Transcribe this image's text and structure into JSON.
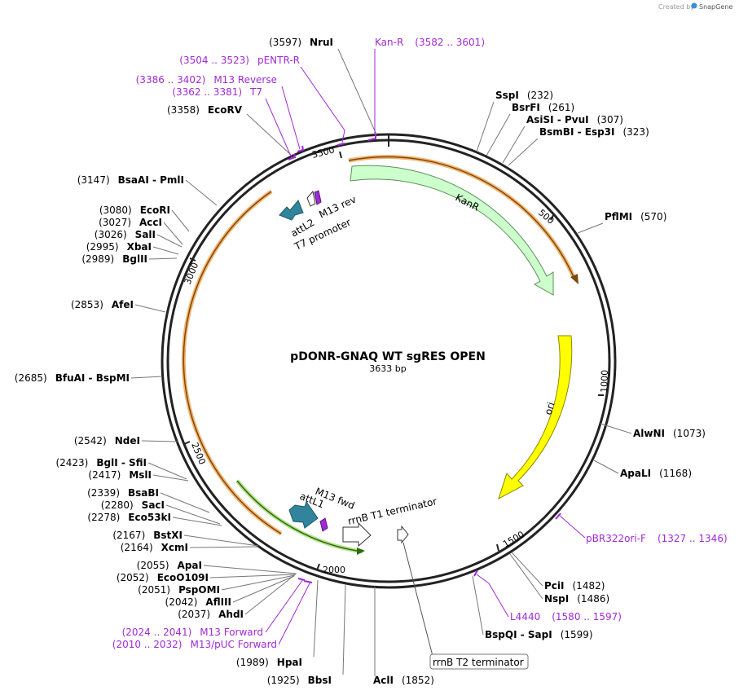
{
  "title": "pDONR-GNAQ WT sgRES OPEN",
  "length_label": "3633 bp",
  "credit": {
    "text": "Created by",
    "brand": "SnapGene"
  },
  "ticks": [
    "500",
    "1000",
    "1500",
    "2000",
    "2500",
    "3000",
    "3500"
  ],
  "features": {
    "kanr": "KanR",
    "ori": "ori",
    "attl2": "attL2",
    "m13rev": "M13 rev",
    "t7promoter": "T7 promoter",
    "m13fwd": "M13 fwd",
    "attl1": "attL1",
    "rrnbt1": "rrnB T1 terminator",
    "rrnbt2": "rrnB T2 terminator"
  },
  "enzymes": [
    {
      "name": "NruI",
      "pos": "(3597)"
    },
    {
      "name": "SspI",
      "pos": "(232)"
    },
    {
      "name": "BsrFI",
      "pos": "(261)"
    },
    {
      "name": "AsiSI",
      "name2": "PvuI",
      "pos": "(307)"
    },
    {
      "name": "BsmBI",
      "name2": "Esp3I",
      "pos": "(323)"
    },
    {
      "name": "PflMI",
      "pos": "(570)"
    },
    {
      "name": "AlwNI",
      "pos": "(1073)"
    },
    {
      "name": "ApaLI",
      "pos": "(1168)"
    },
    {
      "name": "PciI",
      "pos": "(1482)"
    },
    {
      "name": "NspI",
      "pos": "(1486)"
    },
    {
      "name": "BspQI",
      "name2": "SapI",
      "pos": "(1599)"
    },
    {
      "name": "AclI",
      "pos": "(1852)"
    },
    {
      "name": "BbsI",
      "pos": "(1925)"
    },
    {
      "name": "HpaI",
      "pos": "(1989)"
    },
    {
      "name": "AhdI",
      "pos": "(2037)"
    },
    {
      "name": "AflIII",
      "pos": "(2042)"
    },
    {
      "name": "PspOMI",
      "pos": "(2051)"
    },
    {
      "name": "EcoO109I",
      "pos": "(2052)"
    },
    {
      "name": "ApaI",
      "pos": "(2055)"
    },
    {
      "name": "XcmI",
      "pos": "(2164)"
    },
    {
      "name": "BstXI",
      "pos": "(2167)"
    },
    {
      "name": "Eco53kI",
      "pos": "(2278)"
    },
    {
      "name": "SacI",
      "pos": "(2280)"
    },
    {
      "name": "BsaBI",
      "pos": "(2339)"
    },
    {
      "name": "MslI",
      "pos": "(2417)"
    },
    {
      "name": "BglI",
      "name2": "SfiI",
      "pos": "(2423)"
    },
    {
      "name": "NdeI",
      "pos": "(2542)"
    },
    {
      "name": "BfuAI",
      "name2": "BspMI",
      "pos": "(2685)"
    },
    {
      "name": "AfeI",
      "pos": "(2853)"
    },
    {
      "name": "BglII",
      "pos": "(2989)"
    },
    {
      "name": "XbaI",
      "pos": "(2995)"
    },
    {
      "name": "SalI",
      "pos": "(3026)"
    },
    {
      "name": "AccI",
      "pos": "(3027)"
    },
    {
      "name": "EcoRI",
      "pos": "(3080)"
    },
    {
      "name": "BsaAI",
      "name2": "PmlI",
      "pos": "(3147)"
    },
    {
      "name": "EcoRV",
      "pos": "(3358)"
    }
  ],
  "primers": [
    {
      "name": "Kan-R",
      "range": "(3582 .. 3601)"
    },
    {
      "name": "pENTR-R",
      "range": "(3504 .. 3523)"
    },
    {
      "name": "M13 Reverse",
      "range": "(3386 .. 3402)"
    },
    {
      "name": "T7",
      "range": "(3362 .. 3381)"
    },
    {
      "name": "pBR322ori-F",
      "range": "(1327 .. 1346)"
    },
    {
      "name": "L4440",
      "range": "(1580 .. 1597)"
    },
    {
      "name": "M13 Forward",
      "range": "(2024 .. 2041)"
    },
    {
      "name": "M13/pUC Forward",
      "range": "(2010 .. 2032)"
    }
  ],
  "colors": {
    "backbone": "#222222",
    "kanr": "#ccffcc",
    "ori": "#ffff00",
    "primer": "#a02ad6",
    "att": "#31849b",
    "orange": "#f6b26b",
    "green": "#8fd14f"
  }
}
